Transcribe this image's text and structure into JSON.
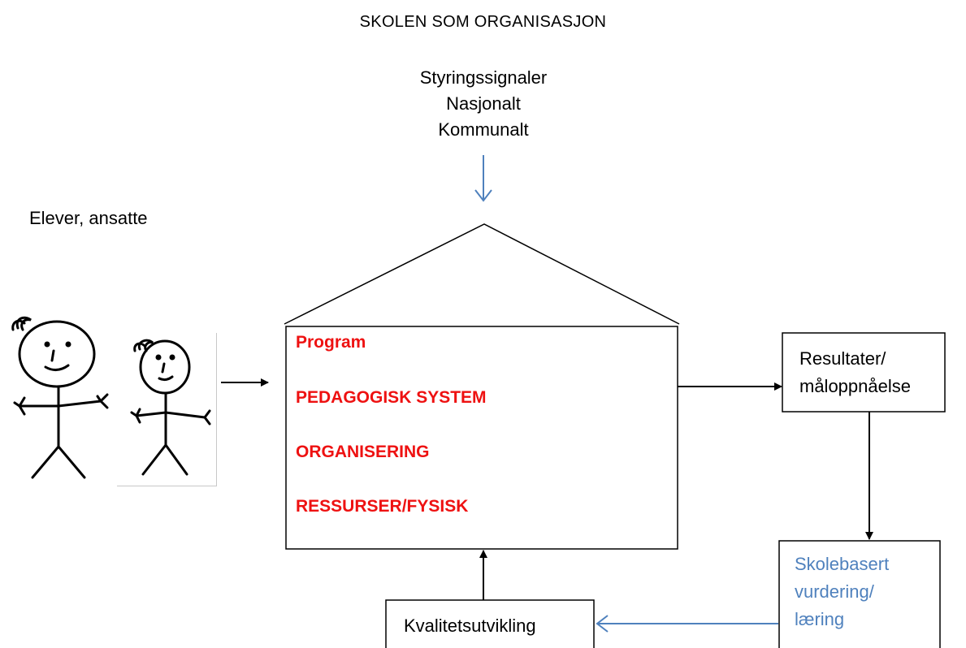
{
  "title": "SKOLEN SOM ORGANISASJON",
  "signals": {
    "line1": "Styringssignaler",
    "line2": "Nasjonalt",
    "line3": "Kommunalt"
  },
  "people_label": "Elever, ansatte",
  "school_box": {
    "items": [
      "Program",
      "PEDAGOGISK SYSTEM",
      "ORGANISERING",
      "RESSURSER/FYSISK"
    ]
  },
  "results_box": {
    "line1": "Resultater/",
    "line2": "måloppnåelse"
  },
  "assessment_box": {
    "line1": "Skolebasert",
    "line2": "vurdering/",
    "line3": "læring"
  },
  "quality_box": {
    "label": "Kvalitetsutvikling"
  },
  "colors": {
    "red_text": "#ee1111",
    "blue_text": "#4f81bd",
    "blue_arrow": "#4f81bd",
    "black": "#000000"
  },
  "icons": [
    "stick-figure-large",
    "stick-figure-small"
  ]
}
